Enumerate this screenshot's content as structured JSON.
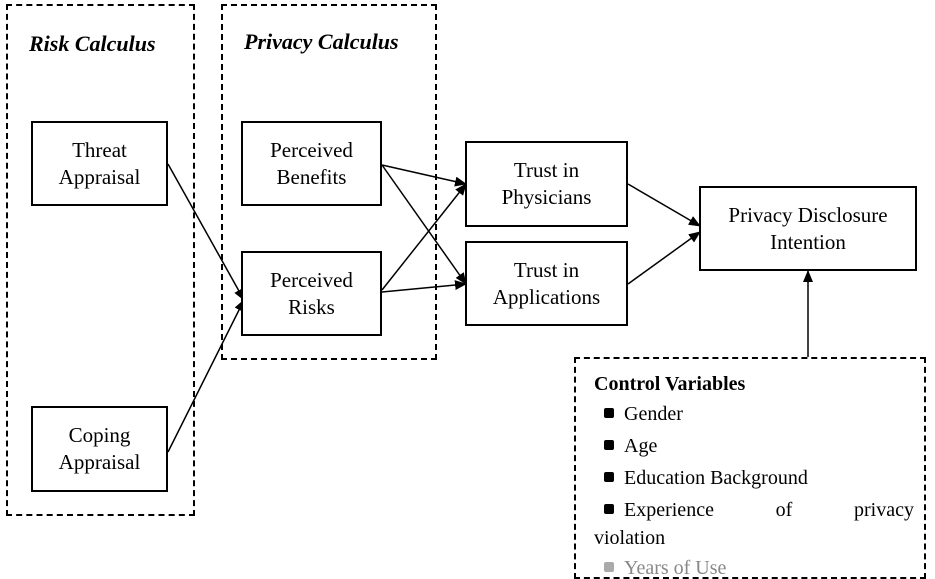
{
  "groups": {
    "risk_calculus": "Risk Calculus",
    "privacy_calculus": "Privacy Calculus"
  },
  "nodes": {
    "threat_appraisal": [
      "Threat",
      "Appraisal"
    ],
    "coping_appraisal": [
      "Coping",
      "Appraisal"
    ],
    "perceived_benefits": [
      "Perceived",
      "Benefits"
    ],
    "perceived_risks": [
      "Perceived",
      "Risks"
    ],
    "trust_physicians": [
      "Trust in",
      "Physicians"
    ],
    "trust_applications": [
      "Trust in",
      "Applications"
    ],
    "privacy_disclosure": [
      "Privacy Disclosure",
      "Intention"
    ]
  },
  "edges": [
    {
      "from": "threat_appraisal",
      "to": "perceived_risks"
    },
    {
      "from": "coping_appraisal",
      "to": "perceived_risks"
    },
    {
      "from": "perceived_benefits",
      "to": "trust_physicians"
    },
    {
      "from": "perceived_benefits",
      "to": "trust_applications"
    },
    {
      "from": "perceived_risks",
      "to": "trust_physicians"
    },
    {
      "from": "perceived_risks",
      "to": "trust_applications"
    },
    {
      "from": "trust_physicians",
      "to": "privacy_disclosure"
    },
    {
      "from": "trust_applications",
      "to": "privacy_disclosure"
    },
    {
      "from": "control_variables",
      "to": "privacy_disclosure"
    }
  ],
  "control_variables": {
    "title": "Control Variables",
    "items": [
      "Gender",
      "Age",
      "Education Background"
    ],
    "item4_words": [
      "Experience",
      "of",
      "privacy"
    ],
    "item4_cont": "violation",
    "item5_partial": "Years of Use"
  }
}
